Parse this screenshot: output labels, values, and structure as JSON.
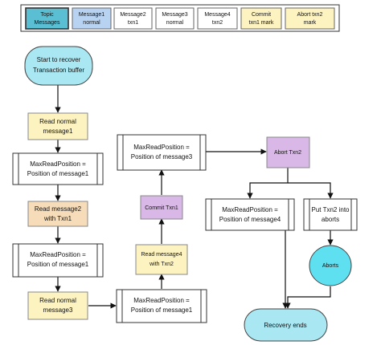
{
  "legend": {
    "items": [
      {
        "lines": [
          "Topic",
          "Messages"
        ],
        "fill": "#5bbfd4"
      },
      {
        "lines": [
          "Message1",
          "normal"
        ],
        "fill": "#b8d3f2"
      },
      {
        "lines": [
          "Message2",
          "txn1"
        ],
        "fill": "#ffffff"
      },
      {
        "lines": [
          "Message3",
          "normal"
        ],
        "fill": "#ffffff"
      },
      {
        "lines": [
          "Message4",
          "txn2"
        ],
        "fill": "#ffffff"
      },
      {
        "lines": [
          "Commit",
          "txn1 mark"
        ],
        "fill": "#fdf3c0"
      },
      {
        "lines": [
          "Abort txn2",
          "mark"
        ],
        "fill": "#fdf3c0"
      }
    ]
  },
  "nodes": {
    "start": {
      "lines": [
        "Start to recover",
        "Transaction buffer"
      ],
      "fill": "#a9e7f2"
    },
    "read1": {
      "lines": [
        "Read normal",
        "message1"
      ],
      "fill": "#fdf3c0"
    },
    "maxpos1": {
      "lines": [
        "MaxReadPosition =",
        "Position of message1"
      ],
      "fill": "#ffffff"
    },
    "read2": {
      "lines": [
        "Read message2",
        "with  Txn1"
      ],
      "fill": "#f6dcb8"
    },
    "maxpos1b": {
      "lines": [
        "MaxReadPosition =",
        "Position of message1"
      ],
      "fill": "#ffffff"
    },
    "read3": {
      "lines": [
        "Read normal",
        "message3"
      ],
      "fill": "#fdf3c0"
    },
    "maxpos1c": {
      "lines": [
        "MaxReadPosition =",
        "Position of message1"
      ],
      "fill": "#ffffff"
    },
    "read4": {
      "lines": [
        "Read message4",
        "with  Txn2"
      ],
      "fill": "#fdf3c0"
    },
    "commit": {
      "lines": [
        "Commit Txn1"
      ],
      "fill": "#d9b8e8"
    },
    "maxpos3": {
      "lines": [
        "MaxReadPosition =",
        "Position of message3"
      ],
      "fill": "#ffffff"
    },
    "abort": {
      "lines": [
        "Abort Txn2"
      ],
      "fill": "#d9b8e8"
    },
    "maxpos4": {
      "lines": [
        "MaxReadPosition =",
        "Position of message4"
      ],
      "fill": "#ffffff"
    },
    "put": {
      "lines": [
        "Put Txn2 into",
        "aborts"
      ],
      "fill": "#ffffff"
    },
    "aborts": {
      "lines": [
        "Aborts"
      ],
      "fill": "#5fe0f0"
    },
    "end": {
      "lines": [
        "Recovery ends"
      ],
      "fill": "#a9e7f2"
    }
  }
}
